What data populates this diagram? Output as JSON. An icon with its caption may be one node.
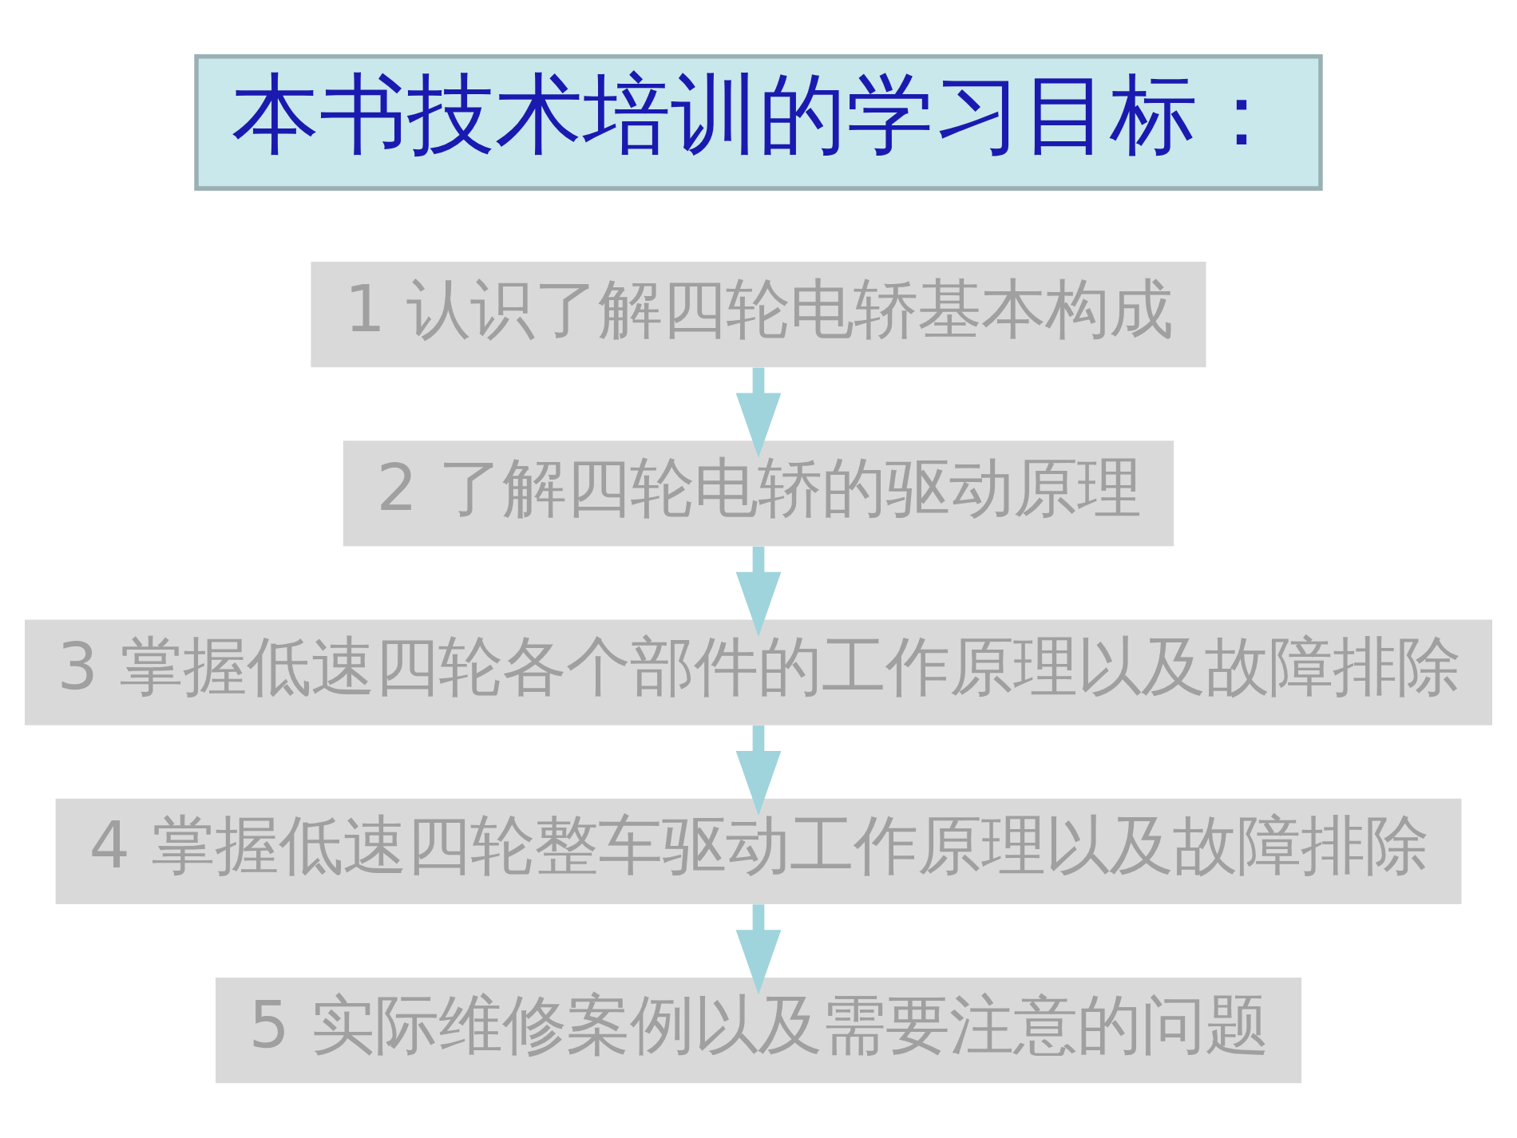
{
  "diagram": {
    "nodes": [
      {
        "text": [
          "本书技术培训的学习目标："
        ]
      },
      {
        "text": [
          "1 认识了解四轮电轿基本构成"
        ]
      },
      {
        "text": [
          "2 了解四轮电轿的驱动原理"
        ]
      },
      {
        "text": [
          "3 掌握低速四轮各个部件的工作原理以及故障排除"
        ]
      },
      {
        "text": [
          "4 掌握低速四轮整车驱动工作原理以及故障排除"
        ]
      },
      {
        "text": [
          "5 实际维修案例以及需要注意的问题"
        ]
      }
    ],
    "edges": [
      {
        "from": 1,
        "to": 2,
        "arrow": "to"
      },
      {
        "from": 2,
        "to": 3,
        "arrow": "to"
      },
      {
        "from": 3,
        "to": 4,
        "arrow": "to"
      },
      {
        "from": 4,
        "to": 5,
        "arrow": "to"
      }
    ]
  }
}
